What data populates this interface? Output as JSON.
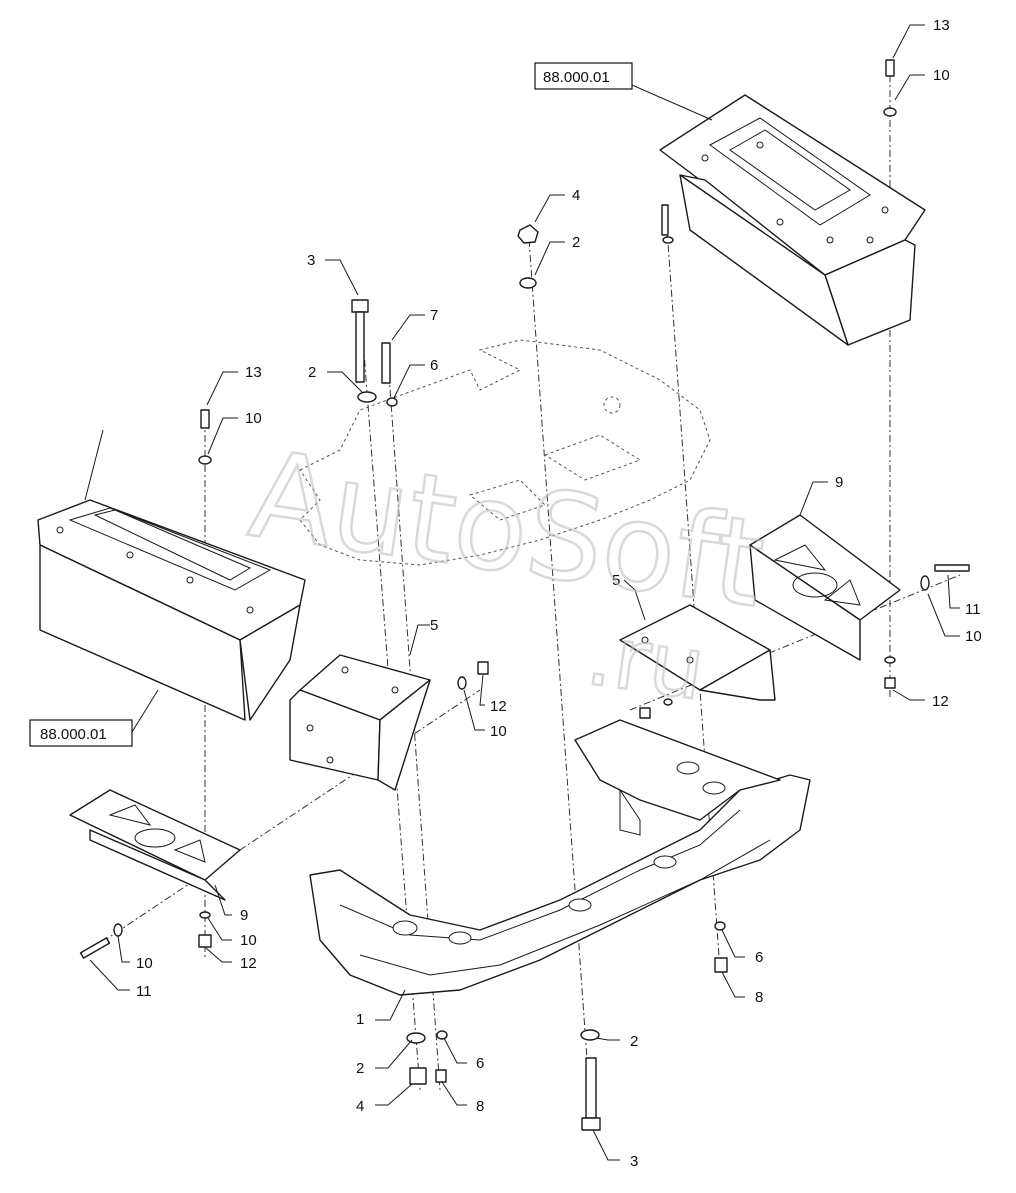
{
  "watermark": {
    "line1": "AutoSoft",
    "line2": ".ru"
  },
  "reference_labels": [
    {
      "id": "ref-top-right",
      "text": "88.000.01"
    },
    {
      "id": "ref-left",
      "text": "88.000.01"
    }
  ],
  "callouts": [
    {
      "id": "c13-top",
      "text": "13"
    },
    {
      "id": "c10-top",
      "text": "10"
    },
    {
      "id": "c4-top",
      "text": "4"
    },
    {
      "id": "c2-top",
      "text": "2"
    },
    {
      "id": "c3-top",
      "text": "3"
    },
    {
      "id": "c7",
      "text": "7"
    },
    {
      "id": "c2-left",
      "text": "2"
    },
    {
      "id": "c6-left",
      "text": "6"
    },
    {
      "id": "c13-left",
      "text": "13"
    },
    {
      "id": "c10-left",
      "text": "10"
    },
    {
      "id": "c9-right",
      "text": "9"
    },
    {
      "id": "c5-right",
      "text": "5"
    },
    {
      "id": "c11-right",
      "text": "11"
    },
    {
      "id": "c10-right",
      "text": "10"
    },
    {
      "id": "c12-right",
      "text": "12"
    },
    {
      "id": "c5-mid",
      "text": "5"
    },
    {
      "id": "c12-mid",
      "text": "12"
    },
    {
      "id": "c10-mid",
      "text": "10"
    },
    {
      "id": "c9-left",
      "text": "9"
    },
    {
      "id": "c10-lower",
      "text": "10"
    },
    {
      "id": "c12-lower",
      "text": "12"
    },
    {
      "id": "c10-bolt",
      "text": "10"
    },
    {
      "id": "c11-left",
      "text": "11"
    },
    {
      "id": "c6-right",
      "text": "6"
    },
    {
      "id": "c8-right",
      "text": "8"
    },
    {
      "id": "c1",
      "text": "1"
    },
    {
      "id": "c2-bottom",
      "text": "2"
    },
    {
      "id": "c2-bottom-left",
      "text": "2"
    },
    {
      "id": "c6-bottom",
      "text": "6"
    },
    {
      "id": "c4-bottom",
      "text": "4"
    },
    {
      "id": "c8-bottom",
      "text": "8"
    },
    {
      "id": "c3-bottom",
      "text": "3"
    }
  ]
}
